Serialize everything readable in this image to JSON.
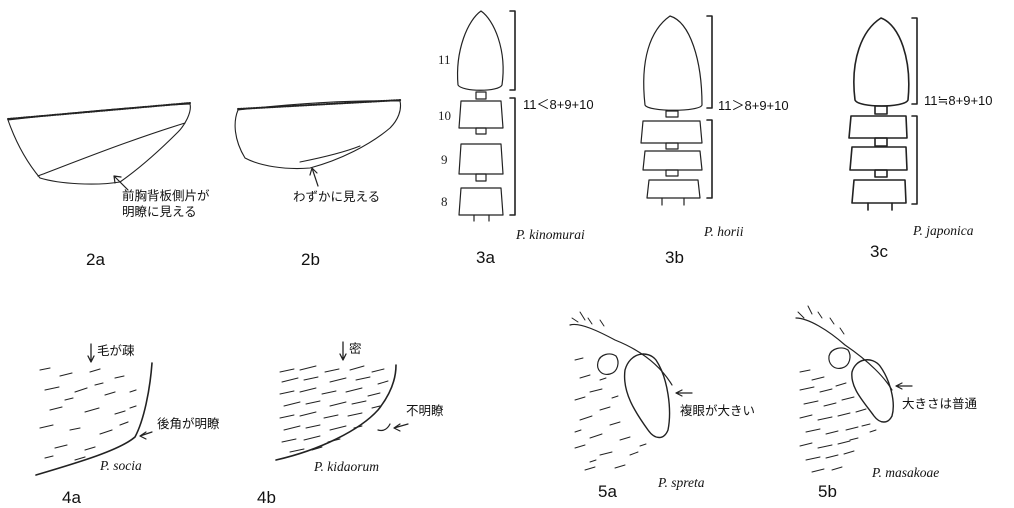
{
  "figures": {
    "f2a": "2a",
    "f2b": "2b",
    "f3a": "3a",
    "f3b": "3b",
    "f3c": "3c",
    "f4a": "4a",
    "f4b": "4b",
    "f5a": "5a",
    "f5b": "5b"
  },
  "annotations": {
    "a2a_line1": "前胸背板側片が",
    "a2a_line2": "明瞭に見える",
    "a2b": "わずかに見える",
    "a4a_top": "毛が疎",
    "a4a_corner": "後角が明瞭",
    "a4b_top": "密",
    "a4b_side": "不明瞭",
    "a5a": "複眼が大きい",
    "a5b": "大きさは普通"
  },
  "antenna": {
    "segments": {
      "s11": "11",
      "s10": "10",
      "s9": "9",
      "s8": "8"
    },
    "comparisons": {
      "c3a": "11＜8+9+10",
      "c3b": "11＞8+9+10",
      "c3c": "11≒8+9+10"
    }
  },
  "species": {
    "p3a": "P. kinomurai",
    "p3b": "P. horii",
    "p3c": "P. japonica",
    "p4a": "P. socia",
    "p4b": "P. kidaorum",
    "p5a": "P. spreta",
    "p5b": "P. masakoae"
  }
}
